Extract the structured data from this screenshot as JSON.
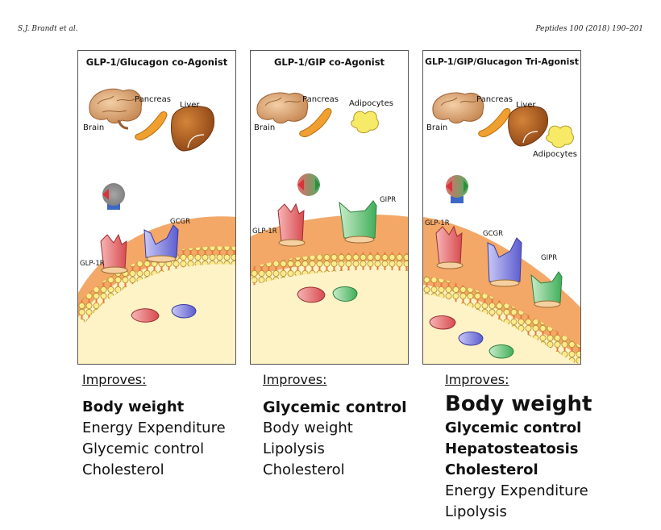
{
  "header": {
    "left": "S.J. Brandt et al.",
    "right": "Peptides 100 (2018) 190–201"
  },
  "panels": [
    {
      "title": "GLP-1/Glucagon co-Agonist",
      "organs": [
        "Brain",
        "Pancreas",
        "Liver"
      ],
      "receptors": [
        "GCGR",
        "GLP-1R"
      ],
      "improves_label": "Improves:",
      "improves": [
        "Body weight",
        "Energy Expenditure",
        "Glycemic control",
        "Cholesterol"
      ]
    },
    {
      "title": "GLP-1/GIP co-Agonist",
      "organs": [
        "Brain",
        "Pancreas",
        "Adipocytes"
      ],
      "receptors": [
        "GIPR",
        "GLP-1R"
      ],
      "improves_label": "Improves:",
      "improves": [
        "Glycemic control",
        "Body weight",
        "Lipolysis",
        "Cholesterol"
      ]
    },
    {
      "title": "GLP-1/GIP/Glucagon Tri-Agonist",
      "organs": [
        "Brain",
        "Pancreas",
        "Liver",
        "Adipocytes"
      ],
      "receptors": [
        "GLP-1R",
        "GCGR",
        "GIPR"
      ],
      "improves_label": "Improves:",
      "improves": [
        "Body weight",
        "Glycemic control",
        "Hepatosteatosis",
        "Cholesterol",
        "Energy Expenditure",
        "Lipolysis"
      ]
    }
  ],
  "colors": {
    "glp1r": "#e0575c",
    "gcgr": "#6b6bd8",
    "gipr": "#55b86a",
    "membrane": "#f0a060",
    "cytoplasm": "#fdf3c6",
    "brain": "#d49a6a",
    "liver": "#a5591f",
    "pancreas": "#f0a030",
    "adipocyte": "#f2e25a"
  }
}
